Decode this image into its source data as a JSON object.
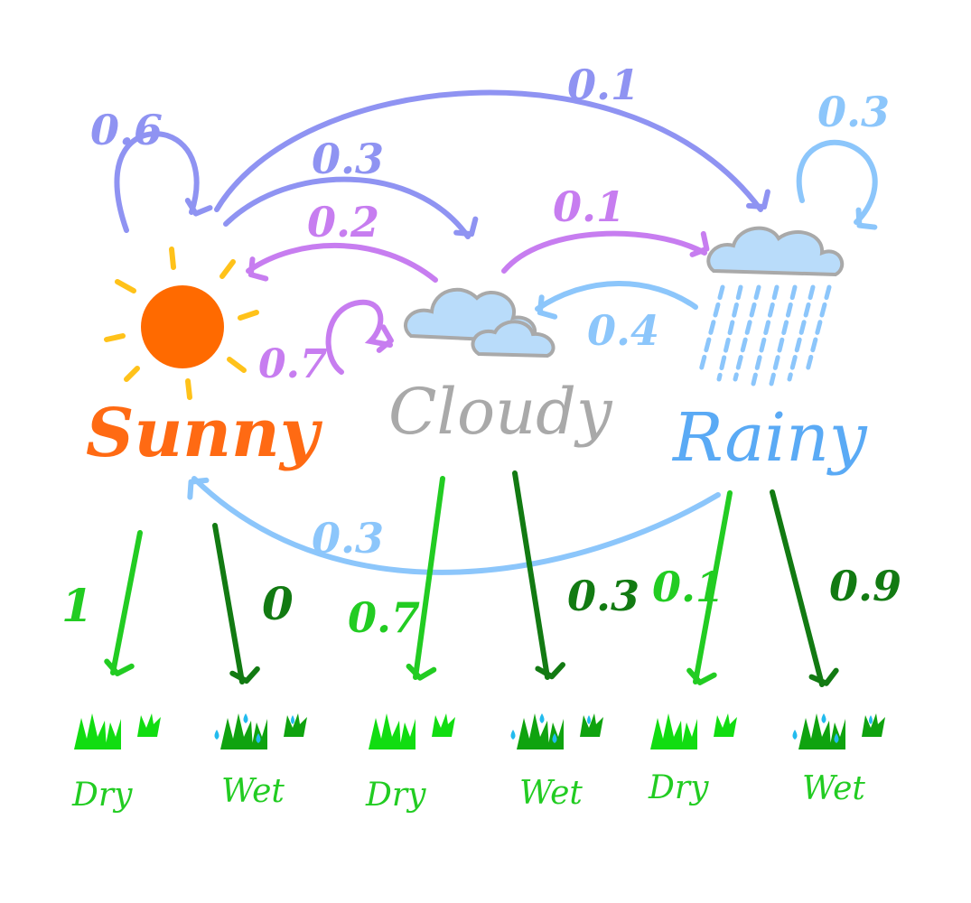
{
  "states": {
    "sunny": {
      "label": "Sunny",
      "color": "#ff6a13"
    },
    "cloudy": {
      "label": "Cloudy",
      "color": "#a9a9a9"
    },
    "rainy": {
      "label": "Rainy",
      "color": "#5aaaf5"
    }
  },
  "transitions": {
    "sunny_sunny": "0.6",
    "sunny_cloudy": "0.3",
    "sunny_rainy": "0.1",
    "cloudy_sunny": "0.2",
    "cloudy_cloudy": "0.7",
    "cloudy_rainy": "0.1",
    "rainy_cloudy": "0.4",
    "rainy_rainy": "0.3",
    "rainy_sunny": "0.3"
  },
  "emissions": {
    "sunny_dry": "1",
    "sunny_wet": "0",
    "cloudy_dry": "0.7",
    "cloudy_wet": "0.3",
    "rainy_dry": "0.1",
    "rainy_wet": "0.9"
  },
  "observations": {
    "dry": "Dry",
    "wet": "Wet"
  },
  "colors": {
    "sunny_arrows": "#8f93f2",
    "cloudy_arrows": "#c77df0",
    "rainy_arrows": "#8cc6fb",
    "dry_arrows": "#22cc22",
    "wet_arrows": "#127a12",
    "sun_rays": "#ffc21a",
    "grass": "#11dd11",
    "water": "#22bbee"
  }
}
